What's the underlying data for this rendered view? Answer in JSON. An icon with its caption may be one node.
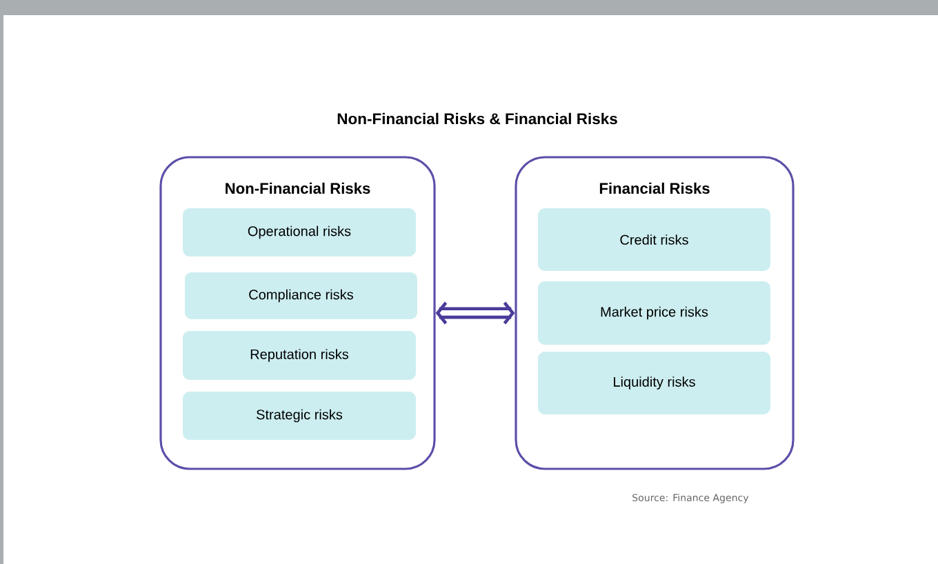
{
  "diagram": {
    "title": "Non-Financial Risks & Financial Risks",
    "nodes": [
      {
        "text": [
          "Non-Financial Risks"
        ]
      },
      {
        "text": [
          "Operational risks"
        ],
        "in": 0
      },
      {
        "text": [
          "Compliance risks"
        ],
        "in": 0
      },
      {
        "text": [
          "Reputation risks"
        ],
        "in": 0
      },
      {
        "text": [
          "Strategic risks"
        ],
        "in": 0
      },
      {
        "text": [
          "Financial Risks"
        ]
      },
      {
        "text": [
          "Credit risks"
        ],
        "in": 5
      },
      {
        "text": [
          "Market price risks"
        ],
        "in": 5
      },
      {
        "text": [
          "Liquidity risks"
        ],
        "in": 5
      }
    ],
    "edges": [
      {
        "from": 0,
        "to": 5,
        "arrow": "both"
      }
    ],
    "labels": [
      "Source: Finance Agency"
    ]
  }
}
